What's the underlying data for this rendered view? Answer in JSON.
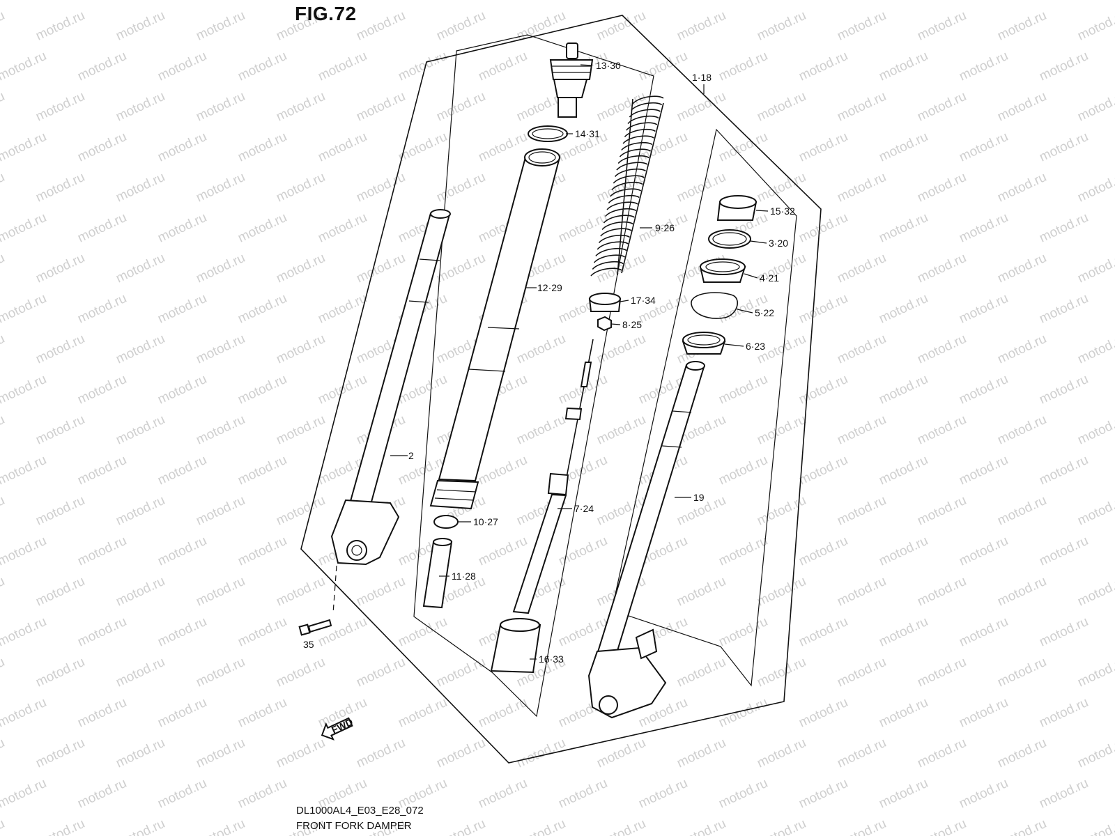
{
  "figure": {
    "title": "FIG.72",
    "code": "DL1000AL4_E03_E28_072",
    "name": "FRONT FORK DAMPER",
    "fwd_label": "FWD",
    "watermark": "motod.ru"
  },
  "parts": [
    {
      "id": "p13",
      "label": "13·30"
    },
    {
      "id": "p14",
      "label": "14·31"
    },
    {
      "id": "p1",
      "label": "1·18"
    },
    {
      "id": "p12",
      "label": "12·29"
    },
    {
      "id": "p9",
      "label": "9·26"
    },
    {
      "id": "p17",
      "label": "17·34"
    },
    {
      "id": "p8",
      "label": "8·25"
    },
    {
      "id": "p15",
      "label": "15·32"
    },
    {
      "id": "p3",
      "label": "3·20"
    },
    {
      "id": "p4",
      "label": "4·21"
    },
    {
      "id": "p5",
      "label": "5·22"
    },
    {
      "id": "p6",
      "label": "6·23"
    },
    {
      "id": "p2",
      "label": "2"
    },
    {
      "id": "p7",
      "label": "7·24"
    },
    {
      "id": "p10",
      "label": "10·27"
    },
    {
      "id": "p11",
      "label": "11·28"
    },
    {
      "id": "p19",
      "label": "19"
    },
    {
      "id": "p16",
      "label": "16·33"
    },
    {
      "id": "p35",
      "label": "35"
    }
  ]
}
